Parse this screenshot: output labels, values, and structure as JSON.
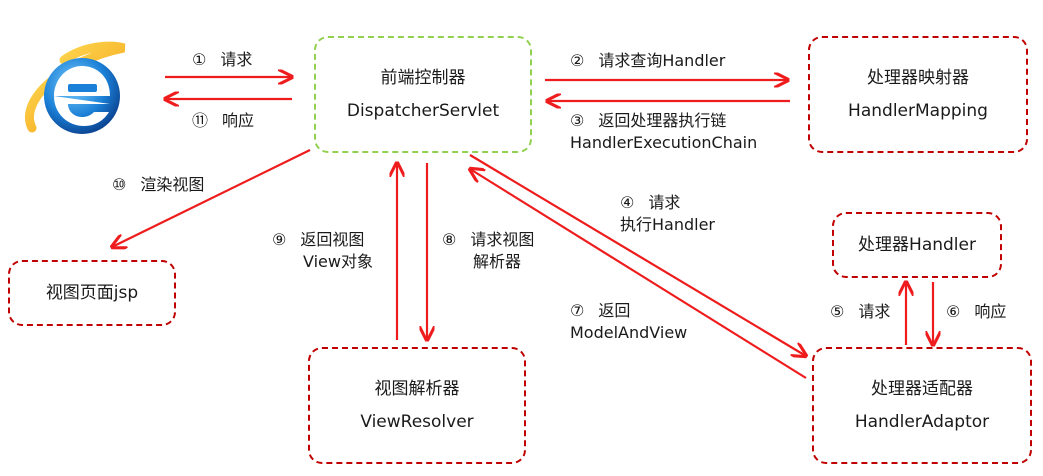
{
  "boxes": {
    "dispatcher": {
      "line1": "前端控制器",
      "line2": "DispatcherServlet"
    },
    "mapping": {
      "line1": "处理器映射器",
      "line2": "HandlerMapping"
    },
    "handler": {
      "line1": "处理器Handler"
    },
    "adaptor": {
      "line1": "处理器适配器",
      "line2": "HandlerAdaptor"
    },
    "resolver": {
      "line1": "视图解析器",
      "line2": "ViewResolver"
    },
    "view": {
      "line1": "视图页面jsp"
    }
  },
  "steps": {
    "s1": {
      "num": "①",
      "text": "请求"
    },
    "s11": {
      "num": "⑪",
      "text": "响应"
    },
    "s2": {
      "num": "②",
      "text": "请求查询Handler"
    },
    "s3": {
      "num": "③",
      "text": "返回处理器执行链",
      "text2": "HandlerExecutionChain"
    },
    "s4": {
      "num": "④",
      "text": "请求",
      "text2": "执行Handler"
    },
    "s5": {
      "num": "⑤",
      "text": "请求"
    },
    "s6": {
      "num": "⑥",
      "text": "响应"
    },
    "s7": {
      "num": "⑦",
      "text": "返回",
      "text2": "ModelAndView"
    },
    "s8": {
      "num": "⑧",
      "text": "请求视图",
      "text2": "解析器"
    },
    "s9": {
      "num": "⑨",
      "text": "返回视图",
      "text2": "View对象"
    },
    "s10": {
      "num": "⑩",
      "text": "渲染视图"
    }
  },
  "icons": {
    "browser": "internet-explorer-logo-icon"
  },
  "colors": {
    "arrow": "#ee1c1c",
    "red_border": "#c00000",
    "green_border": "#92d050"
  }
}
